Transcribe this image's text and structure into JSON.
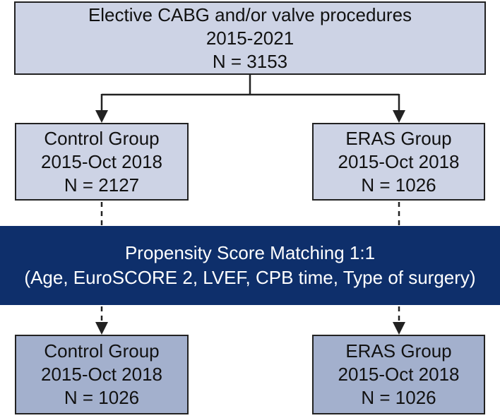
{
  "source": {
    "line1": "Elective CABG and/or valve procedures",
    "line2": "2015-2021",
    "line3": "N = 3153"
  },
  "control_group": {
    "line1": "Control Group",
    "line2": "2015-Oct 2018",
    "line3": "N = 2127"
  },
  "eras_group": {
    "line1": "ERAS Group",
    "line2": "2015-Oct 2018",
    "line3": "N = 1026"
  },
  "matching": {
    "line1": "Propensity Score Matching 1:1",
    "line2": "(Age, EuroSCORE 2, LVEF, CPB time, Type of surgery)"
  },
  "matched_control_group": {
    "line1": "Control Group",
    "line2": "2015-Oct 2018",
    "line3": "N = 1026"
  },
  "matched_eras_group": {
    "line1": "ERAS Group",
    "line2": "2015-Oct 2018",
    "line3": "N = 1026"
  },
  "colors": {
    "light_box": "#cdd3e5",
    "mid_box": "#a3b0cd",
    "dark_box": "#0e2f6b",
    "border": "#222222"
  }
}
